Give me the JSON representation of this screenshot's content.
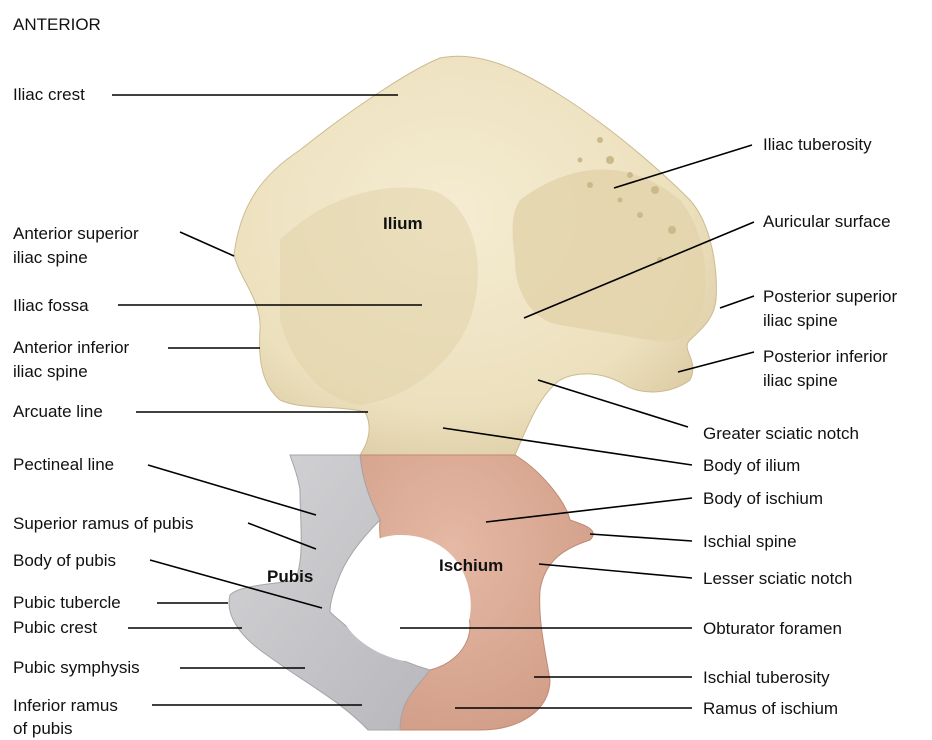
{
  "heading": "ANTERIOR",
  "regions": {
    "ilium": "Ilium",
    "pubis": "Pubis",
    "ischium": "Ischium"
  },
  "labels": {
    "iliac_crest": "Iliac crest",
    "asis_1": "Anterior superior",
    "asis_2": "iliac spine",
    "iliac_fossa": "Iliac fossa",
    "aiis_1": "Anterior inferior",
    "aiis_2": "iliac spine",
    "arcuate_line": "Arcuate line",
    "pectineal_line": "Pectineal line",
    "superior_ramus_pubis": "Superior ramus of pubis",
    "body_of_pubis": "Body of pubis",
    "pubic_tubercle": "Pubic tubercle",
    "pubic_crest": "Pubic crest",
    "pubic_symphysis": "Pubic symphysis",
    "inf_ramus_1": "Inferior ramus",
    "inf_ramus_2": "of pubis",
    "iliac_tuberosity": "Iliac tuberosity",
    "auricular_surface": "Auricular surface",
    "psis_1": "Posterior superior",
    "psis_2": "iliac spine",
    "piis_1": "Posterior inferior",
    "piis_2": "iliac spine",
    "greater_sciatic_notch": "Greater sciatic notch",
    "body_of_ilium": "Body of ilium",
    "body_of_ischium": "Body of ischium",
    "ischial_spine": "Ischial spine",
    "lesser_sciatic_notch": "Lesser sciatic notch",
    "obturator_foramen": "Obturator foramen",
    "ischial_tuberosity": "Ischial tuberosity",
    "ramus_of_ischium": "Ramus of ischium"
  },
  "colors": {
    "ilium": "#efe4c4",
    "ilium_shade": "#d9c9a0",
    "ischium": "#dcab96",
    "pubis": "#c9c9cc",
    "leader": "#000000"
  }
}
